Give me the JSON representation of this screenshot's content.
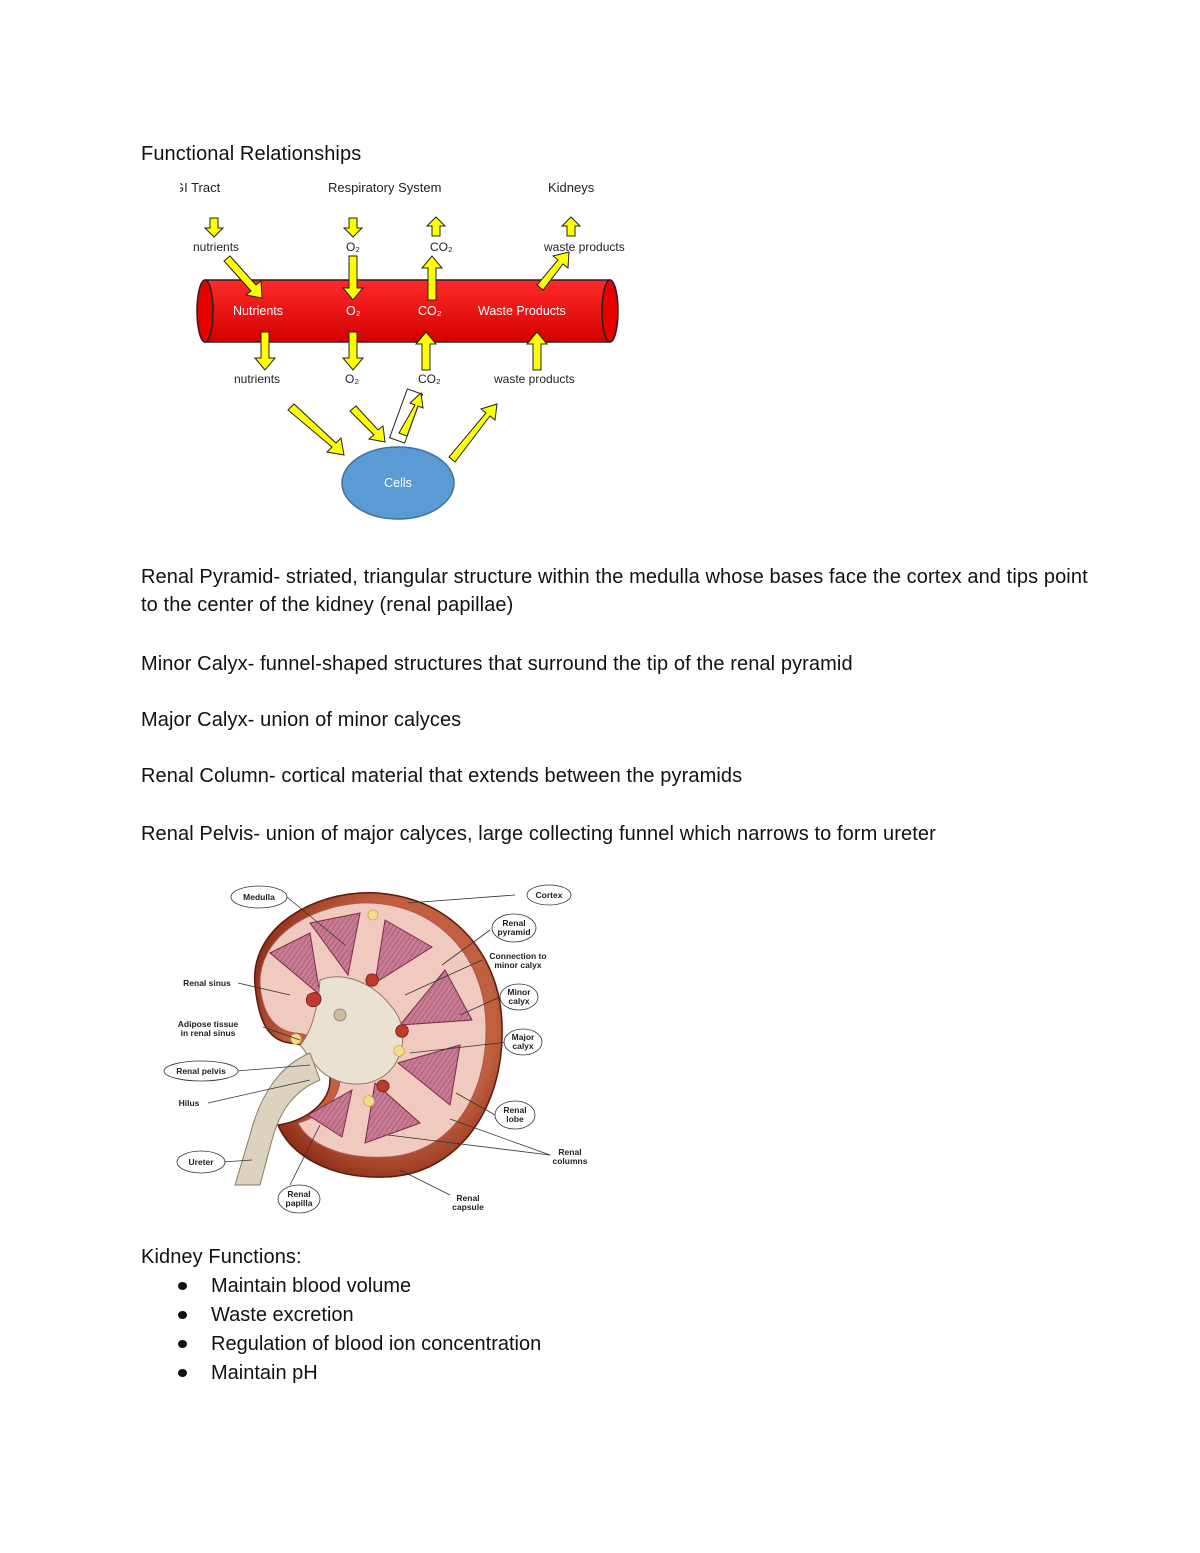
{
  "section_title": "Functional Relationships",
  "diagram": {
    "sources": [
      "GI Tract",
      "Respiratory System",
      "Kidneys"
    ],
    "top_labels": {
      "nutrients": "nutrients",
      "o2": "O₂",
      "co2": "CO₂",
      "waste": "waste products"
    },
    "vessel_labels": {
      "nutrients": "Nutrients",
      "o2": "O₂",
      "co2": "CO₂",
      "waste": "Waste Products"
    },
    "bottom_labels": {
      "nutrients": "nutrients",
      "o2": "O₂",
      "co2": "CO₂",
      "waste": "waste products"
    },
    "cells_label": "Cells",
    "colors": {
      "vessel": "#ee1111",
      "arrow": "#ffff00",
      "cells": "#5b9bd5"
    }
  },
  "definitions": [
    "Renal Pyramid- striated, triangular structure within the medulla whose bases face the cortex and tips point to the center of the kidney (renal papillae)",
    "Minor Calyx- funnel-shaped structures that surround the tip of the renal pyramid",
    "Major Calyx- union of minor calyces",
    "Renal Column- cortical material that extends between the pyramids",
    "Renal Pelvis- union of major calyces, large collecting funnel which narrows to form ureter"
  ],
  "kidney_labels": {
    "medulla": "Medulla",
    "cortex": "Cortex",
    "renal_pyramid_1": "Renal",
    "renal_pyramid_2": "pyramid",
    "connection_1": "Connection to",
    "connection_2": "minor calyx",
    "renal_sinus": "Renal sinus",
    "minor_calyx_1": "Minor",
    "minor_calyx_2": "calyx",
    "adipose_1": "Adipose tissue",
    "adipose_2": "in renal sinus",
    "major_calyx_1": "Major",
    "major_calyx_2": "calyx",
    "renal_pelvis": "Renal pelvis",
    "hilus": "Hilus",
    "renal_lobe_1": "Renal",
    "renal_lobe_2": "lobe",
    "ureter": "Ureter",
    "renal_columns_1": "Renal",
    "renal_columns_2": "columns",
    "renal_papilla_1": "Renal",
    "renal_papilla_2": "papilla",
    "renal_capsule_1": "Renal",
    "renal_capsule_2": "capsule"
  },
  "functions_title": "Kidney Functions:",
  "functions": [
    "Maintain blood volume",
    "Waste excretion",
    "Regulation of blood ion concentration",
    "Maintain pH"
  ]
}
